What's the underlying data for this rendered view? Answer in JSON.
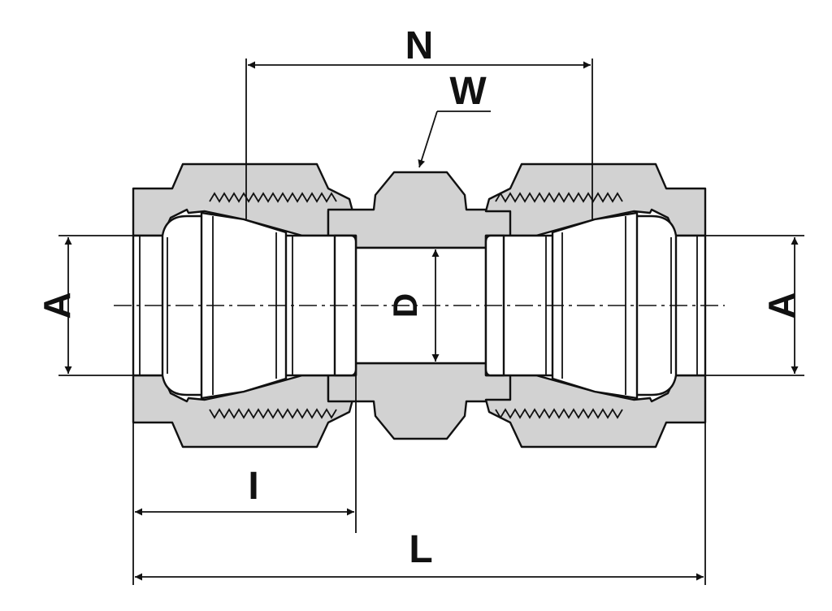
{
  "diagram": {
    "labels": {
      "N": "N",
      "W": "W",
      "A_left": "A",
      "A_right": "A",
      "D": "D",
      "I": "I",
      "L": "L"
    },
    "colors": {
      "body": "#d2d2d2",
      "line": "#111111",
      "background": "#ffffff"
    }
  }
}
